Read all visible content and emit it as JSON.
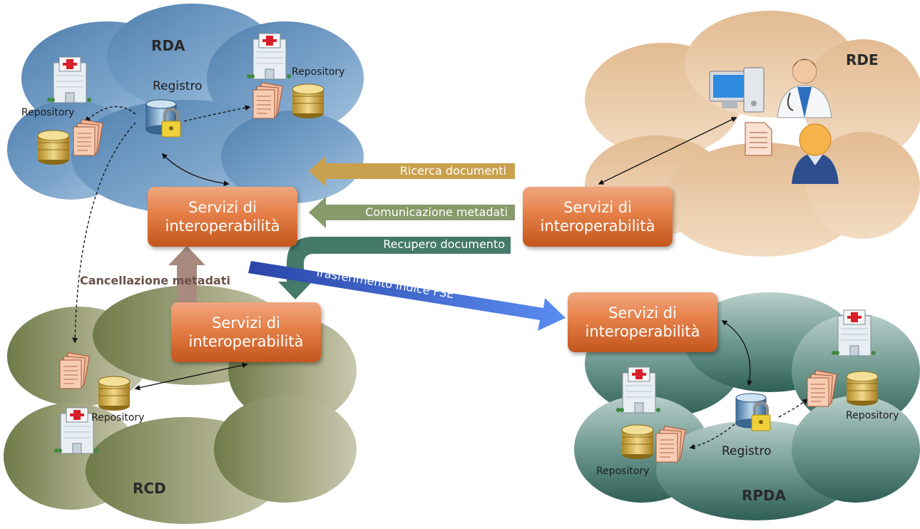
{
  "clouds": {
    "rda": "RDA",
    "rde": "RDE",
    "rcd": "RCD",
    "rpda": "RPDA"
  },
  "services": {
    "line1": "Servizi di",
    "line2": "interoperabilità"
  },
  "labels": {
    "registro": "Registro",
    "repository": "Repository"
  },
  "flows": {
    "ricerca": "Ricerca documenti",
    "comunicazione": "Comunicazione metadati",
    "recupero": "Recupero documento",
    "trasferimento": "Trasferimento indice FSE",
    "cancellazione": "Cancellazione metadati"
  },
  "colors": {
    "rda_cloud": "#6f9ac2",
    "rde_cloud": "#e9c9a5",
    "rcd_cloud": "#8f946a",
    "rpda_cloud": "#4f7f74",
    "ricerca_arrow": "#c9a04e",
    "comunicazione_arrow": "#879a6a",
    "recupero_arrow": "#457a6a",
    "trasferimento_arrow": "#2d5fd8",
    "cancellazione_arrow": "#a88a7e"
  }
}
